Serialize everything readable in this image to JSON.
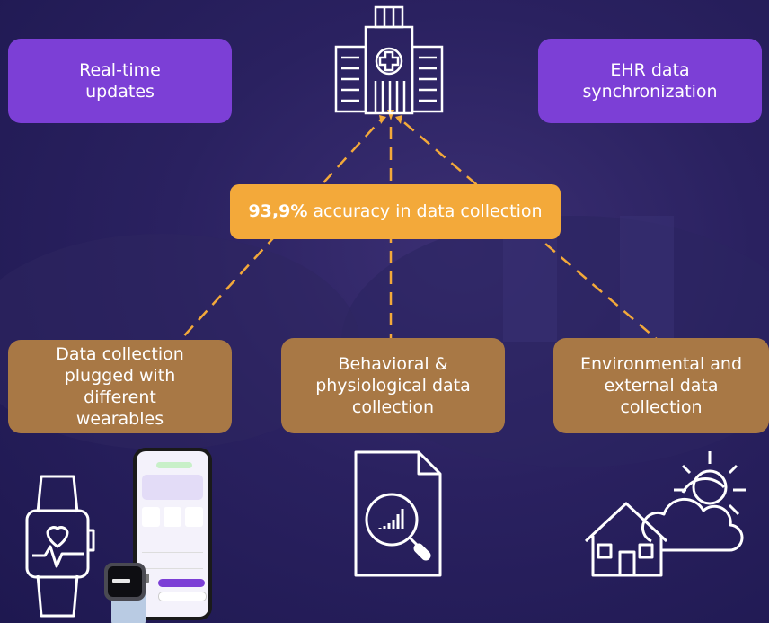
{
  "top_boxes": {
    "left": "Real-time updates",
    "right": "EHR data synchronization"
  },
  "center": {
    "bold": "93,9%",
    "text": " accuracy in data collection"
  },
  "bottom_boxes": {
    "left": "Data collection plugged with different wearables",
    "middle": "Behavioral & physiological data collection",
    "right": "Environmental and external data collection"
  },
  "icons": [
    "hospital-icon",
    "smartwatch-heart-icon",
    "document-analytics-icon",
    "house-weather-icon"
  ],
  "colors": {
    "purple": "#7c3fd6",
    "brown": "#a87845",
    "orange": "#f3a93a"
  }
}
